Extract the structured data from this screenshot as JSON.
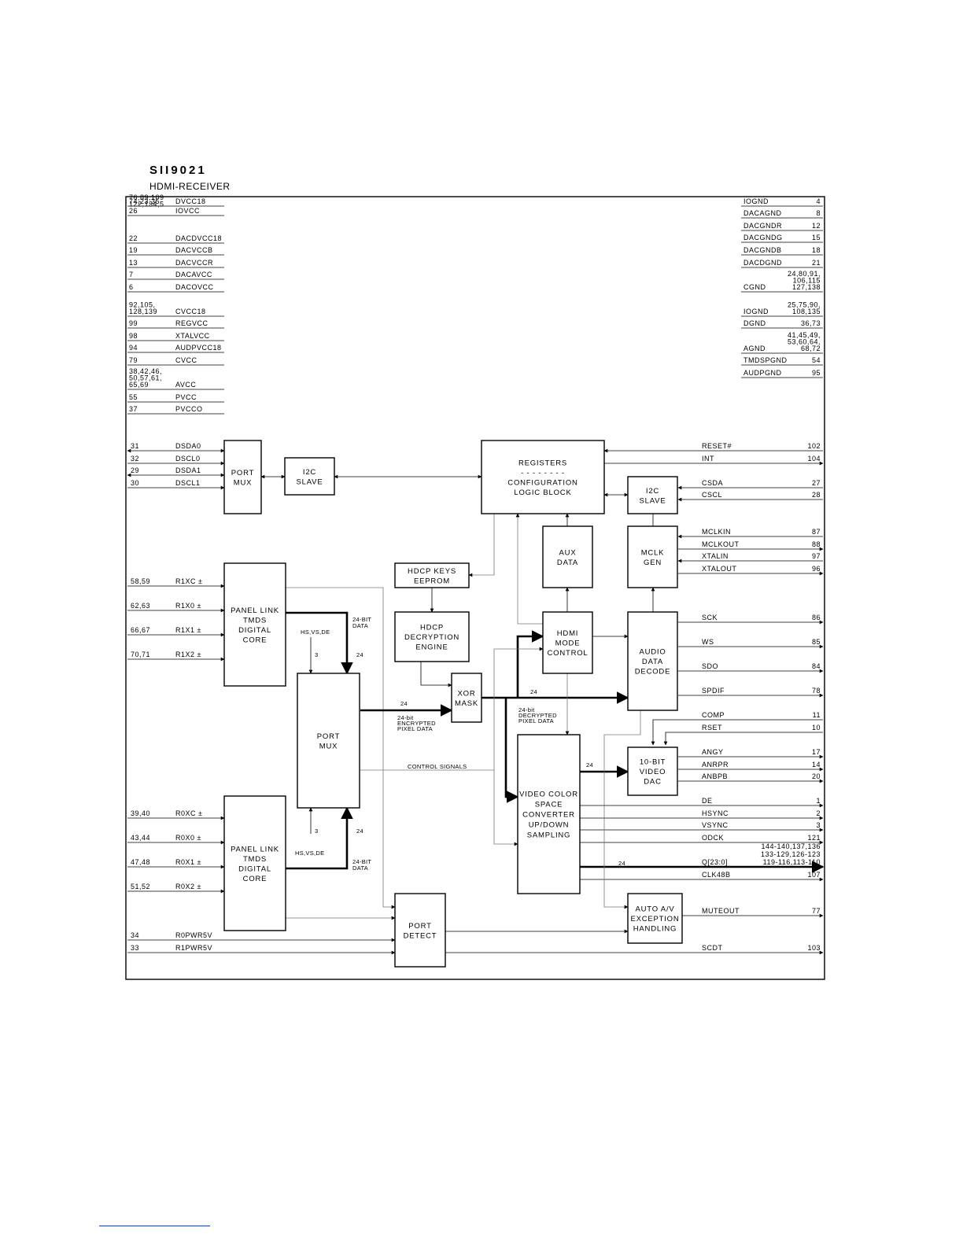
{
  "title": "SII9021",
  "subtitle": "HDMI-RECEIVER",
  "left_power_pins": [
    {
      "num": "74,23,35",
      "name": "DVCC18"
    },
    {
      "num": "76,89,109\n122,134,5\n26",
      "name": "IOVCC"
    },
    {
      "num": "22",
      "name": "DACDVCC18"
    },
    {
      "num": "19",
      "name": "DACVCCB"
    },
    {
      "num": "13",
      "name": "DACVCCR"
    },
    {
      "num": "7",
      "name": "DACAVCC"
    },
    {
      "num": "6",
      "name": "DACOVCC"
    },
    {
      "num": "92,105,\n128,139",
      "name": "CVCC18"
    },
    {
      "num": "99",
      "name": "REGVCC"
    },
    {
      "num": "98",
      "name": "XTALVCC"
    },
    {
      "num": "94",
      "name": "AUDPVCC18"
    },
    {
      "num": "79",
      "name": "CVCC"
    },
    {
      "num": "38,42,46,\n50,57,61,\n65,69",
      "name": "AVCC"
    },
    {
      "num": "55",
      "name": "PVCC"
    },
    {
      "num": "37",
      "name": "PVCCO"
    }
  ],
  "right_ground_pins": [
    {
      "name": "IOGND",
      "num": "4"
    },
    {
      "name": "DACAGND",
      "num": "8"
    },
    {
      "name": "DACGNDR",
      "num": "12"
    },
    {
      "name": "DACGNDG",
      "num": "15"
    },
    {
      "name": "DACGNDB",
      "num": "18"
    },
    {
      "name": "DACDGND",
      "num": "21"
    },
    {
      "name": "CGND",
      "num": "24,80,91,\n106,115\n127,138"
    },
    {
      "name": "IOGND",
      "num": "25,75,90,\n108,135"
    },
    {
      "name": "DGND",
      "num": "36,73"
    },
    {
      "name": "AGND",
      "num": "41,45,49,\n53,60,64,\n68,72"
    },
    {
      "name": "TMDSPGND",
      "num": "54"
    },
    {
      "name": "AUDPGND",
      "num": "95"
    }
  ],
  "left_signal_pins": [
    {
      "num": "31",
      "name": "DSDA0"
    },
    {
      "num": "32",
      "name": "DSCL0"
    },
    {
      "num": "29",
      "name": "DSDA1"
    },
    {
      "num": "30",
      "name": "DSCL1"
    },
    {
      "num": "58,59",
      "name": "R1XC ±"
    },
    {
      "num": "62,63",
      "name": "R1X0 ±"
    },
    {
      "num": "66,67",
      "name": "R1X1 ±"
    },
    {
      "num": "70,71",
      "name": "R1X2 ±"
    },
    {
      "num": "39,40",
      "name": "R0XC ±"
    },
    {
      "num": "43,44",
      "name": "R0X0 ±"
    },
    {
      "num": "47,48",
      "name": "R0X1 ±"
    },
    {
      "num": "51,52",
      "name": "R0X2 ±"
    },
    {
      "num": "34",
      "name": "R0PWR5V"
    },
    {
      "num": "33",
      "name": "R1PWR5V"
    }
  ],
  "right_signal_pins": [
    {
      "name": "RESET#",
      "num": "102"
    },
    {
      "name": "INT",
      "num": "104"
    },
    {
      "name": "CSDA",
      "num": "27"
    },
    {
      "name": "CSCL",
      "num": "28"
    },
    {
      "name": "MCLKIN",
      "num": "87"
    },
    {
      "name": "MCLKOUT",
      "num": "88"
    },
    {
      "name": "XTALIN",
      "num": "97"
    },
    {
      "name": "XTALOUT",
      "num": "96"
    },
    {
      "name": "SCK",
      "num": "86"
    },
    {
      "name": "WS",
      "num": "85"
    },
    {
      "name": "SDO",
      "num": "84"
    },
    {
      "name": "SPDIF",
      "num": "78"
    },
    {
      "name": "COMP",
      "num": "11"
    },
    {
      "name": "RSET",
      "num": "10"
    },
    {
      "name": "ANGY",
      "num": "17"
    },
    {
      "name": "ANRPR",
      "num": "14"
    },
    {
      "name": "ANBPB",
      "num": "20"
    },
    {
      "name": "DE",
      "num": "1"
    },
    {
      "name": "HSYNC",
      "num": "2"
    },
    {
      "name": "VSYNC",
      "num": "3"
    },
    {
      "name": "ODCK",
      "num": "121"
    },
    {
      "name": "Q[23:0]",
      "num": "144-140,137,136\n133-129,126-123\n119-116,113-110"
    },
    {
      "name": "CLK48B",
      "num": "107"
    },
    {
      "name": "MUTEOUT",
      "num": "77"
    },
    {
      "name": "SCDT",
      "num": "103"
    }
  ],
  "blocks": {
    "port_mux_top": "PORT\nMUX",
    "i2c_slave_left": "I2C\nSLAVE",
    "registers": "REGISTERS\n- - - - - - - -\nCONFIGURATION\nLOGIC BLOCK",
    "i2c_slave_right": "I2C\nSLAVE",
    "aux_data": "AUX\nDATA",
    "mclk_gen": "MCLK\nGEN",
    "hdcp_keys": "HDCP KEYS\nEEPROM",
    "hdcp_decryption": "HDCP\nDECRYPTION\nENGINE",
    "hdmi_mode": "HDMI\nMODE\nCONTROL",
    "audio_decode": "AUDIO\nDATA\nDECODE",
    "panel_link_1": "PANEL LINK\nTMDS\nDIGITAL\nCORE",
    "port_mux_center": "PORT\nMUX",
    "xor_mask": "XOR\nMASK",
    "video_csc": "VIDEO COLOR\nSPACE\nCONVERTER\nUP/DOWN\nSAMPLING",
    "video_dac": "10-BIT\nVIDEO\nDAC",
    "panel_link_0": "PANEL LINK\nTMDS\nDIGITAL\nCORE",
    "port_detect": "PORT\nDETECT",
    "auto_av": "AUTO  A/V\nEXCEPTION\nHANDLING"
  },
  "annotations": {
    "bit24_data_top": "24-BIT\nDATA",
    "bit24_data_bottom": "24-BIT\nDATA",
    "hsvsde_top": "HS,VS,DE",
    "hsvsde_bottom": "HS,VS,DE",
    "bus_3": "3",
    "bus_24": "24",
    "encrypted": "24-bit\nENCRYPTED\nPIXEL DATA",
    "decrypted": "24-bit\nDECRYPTED\nPIXEL DATA",
    "control_signals": "CONTROL SIGNALS"
  }
}
